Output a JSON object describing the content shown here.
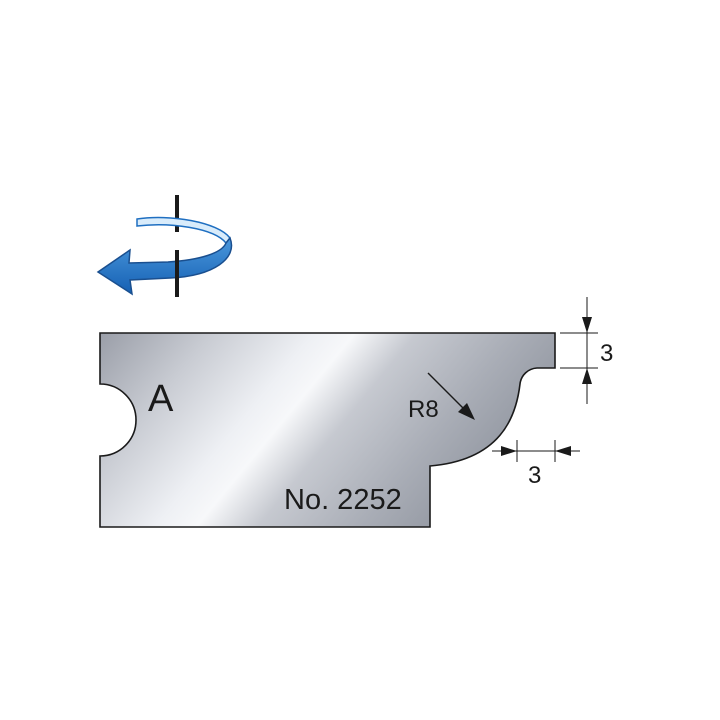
{
  "knife": {
    "side_letter": "A",
    "model_number": "No. 2252"
  },
  "dimensions": {
    "radius_label": "R8",
    "step_height_label": "3",
    "step_width_label": "3"
  },
  "colors": {
    "blade_light": "#f2f3f6",
    "blade_mid": "#b9bcc4",
    "blade_dark": "#8e929c",
    "outline": "#1a1a1a",
    "arrow_blue": "#1f6fc1",
    "arrow_blue_light": "#d9ecfb"
  },
  "icons": {
    "rotation": "rotation-direction-arrow-icon"
  }
}
